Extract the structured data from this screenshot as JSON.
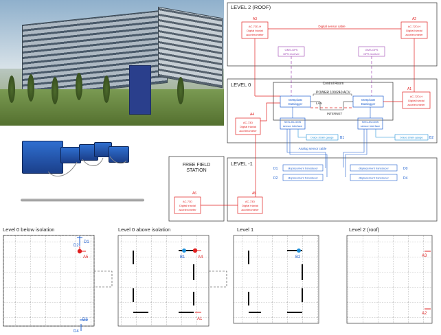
{
  "levels": {
    "level2": "LEVEL 2 (ROOF)",
    "level0": "LEVEL 0",
    "level_m1": "LEVEL -1",
    "free_field_1": "FREE FIELD",
    "free_field_2": "STATION"
  },
  "sensors": {
    "a1": "A1",
    "a2": "A2",
    "a3": "A3",
    "a4": "A4",
    "a5": "A5",
    "a6": "A6",
    "b1": "B1",
    "b2": "B2",
    "d0": "D0",
    "d1": "D1",
    "d2": "D2",
    "d3": "D3",
    "d4": "D4"
  },
  "box_labels": {
    "ac72dh_1": "AC-72D-H",
    "ac72dh_2": "Digital biaxial",
    "ac72dh_3": "accelerometer",
    "ac73d_1": "AC-73D",
    "ac73d_2": "Digital triaxial",
    "ac73d_3": "accelerometer",
    "gps_1": "GMS-GPS",
    "gps_2": "GPS receiver",
    "dl_1": "GMSplusD",
    "dl_2": "Datalogger",
    "sen_1": "SEN-JB-GMS",
    "sen_2": "sensor interface",
    "brace": "brace strain gauge",
    "disp": "displacement transducer"
  },
  "diagram_text": {
    "digital_sensor_cable": "Digital sensor cable",
    "control_room": "Control Room",
    "power": "POWER 100/240 ACV",
    "lan": "LAN",
    "internet": "INTERNET",
    "analog_sensor_cable": "Analog sensor cable"
  },
  "plans": {
    "p1": "Level 0 below isolation",
    "p2": "Level 0 above isolation",
    "p3": "Level 1",
    "p4": "Level 2 (roof)"
  },
  "colors": {
    "accelerometer": "#e02020",
    "strain_gauge": "#1e8fd8",
    "displacement": "#1e5fcf"
  }
}
